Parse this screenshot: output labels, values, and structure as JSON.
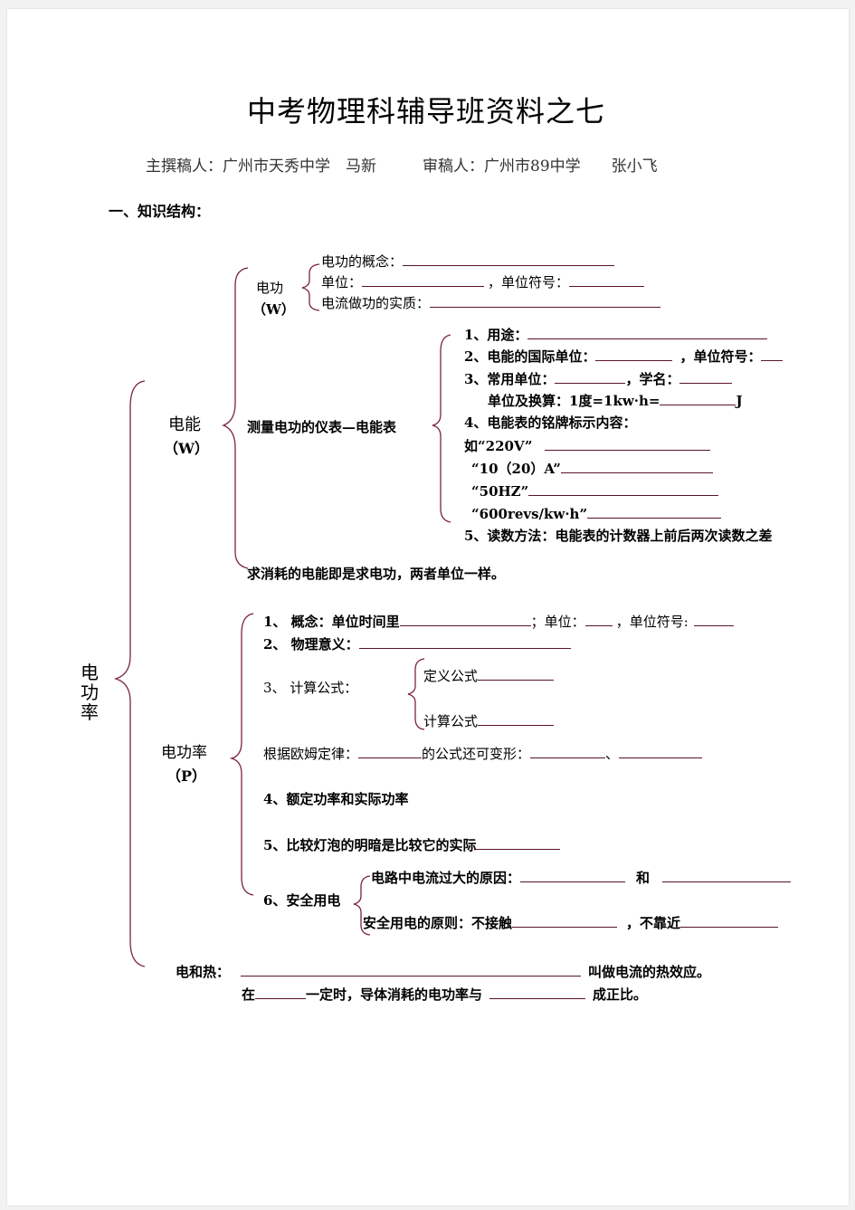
{
  "title": "中考物理科辅导班资料之七",
  "authors": "主撰稿人：广州市天秀中学　马新　　　审稿人：广州市89中学　　张小飞",
  "section1": "一、知识结构：",
  "root": "电功率",
  "energy": {
    "label": "电能",
    "symbol": "（W）",
    "work": {
      "label": "电功",
      "symbol": "（W）",
      "concept": "电功的概念：",
      "unit": "单位：",
      "unit_symbol": "，单位符号：",
      "essence": "电流做功的实质："
    },
    "meter": {
      "label": "测量电功的仪表—电能表",
      "use": "1、用途：",
      "intl_unit": "2、电能的国际单位：",
      "intl_symbol": "，单位符号：",
      "common_unit": "3、常用单位：",
      "sci_name": "，学名：",
      "conversion_label": "单位及换算：1度=1kw·h=",
      "conversion_unit": "J",
      "nameplate": "4、电能表的铭牌标示内容：",
      "rating1": "如“220V”",
      "rating2": "“10（20）A”",
      "rating3": "“50HZ”",
      "rating4": "“600revs/kw·h”",
      "reading": "5、读数方法：电能表的计数器上前后两次读数之差"
    },
    "note": "求消耗的电能即是求电功，两者单位一样。"
  },
  "power": {
    "label": "电功率",
    "symbol": "（P）",
    "concept_a": "1、 概念：单位时间里",
    "concept_b": "；单位：",
    "concept_c": "，单位符号:",
    "meaning": "2、 物理意义：",
    "formula": "3、 计算公式：",
    "def_formula": "定义公式",
    "calc_formula": "计算公式",
    "ohm_a": "根据欧姆定律：",
    "ohm_b": "的公式还可变形：",
    "ohm_c": "、",
    "rated": "4、额定功率和实际功率",
    "compare": "5、比较灯泡的明暗是比较它的实际",
    "safety": "6、安全用电",
    "cause": "电路中电流过大的原因：",
    "and": "和",
    "principle": "安全用电的原则：不接触",
    "not_near": "，不靠近"
  },
  "heat": {
    "label": "电和热：",
    "effect": "叫做电流的热效应。",
    "line2_a": "在",
    "line2_b": "一定时，导体消耗的电功率与",
    "line2_c": "成正比。"
  }
}
